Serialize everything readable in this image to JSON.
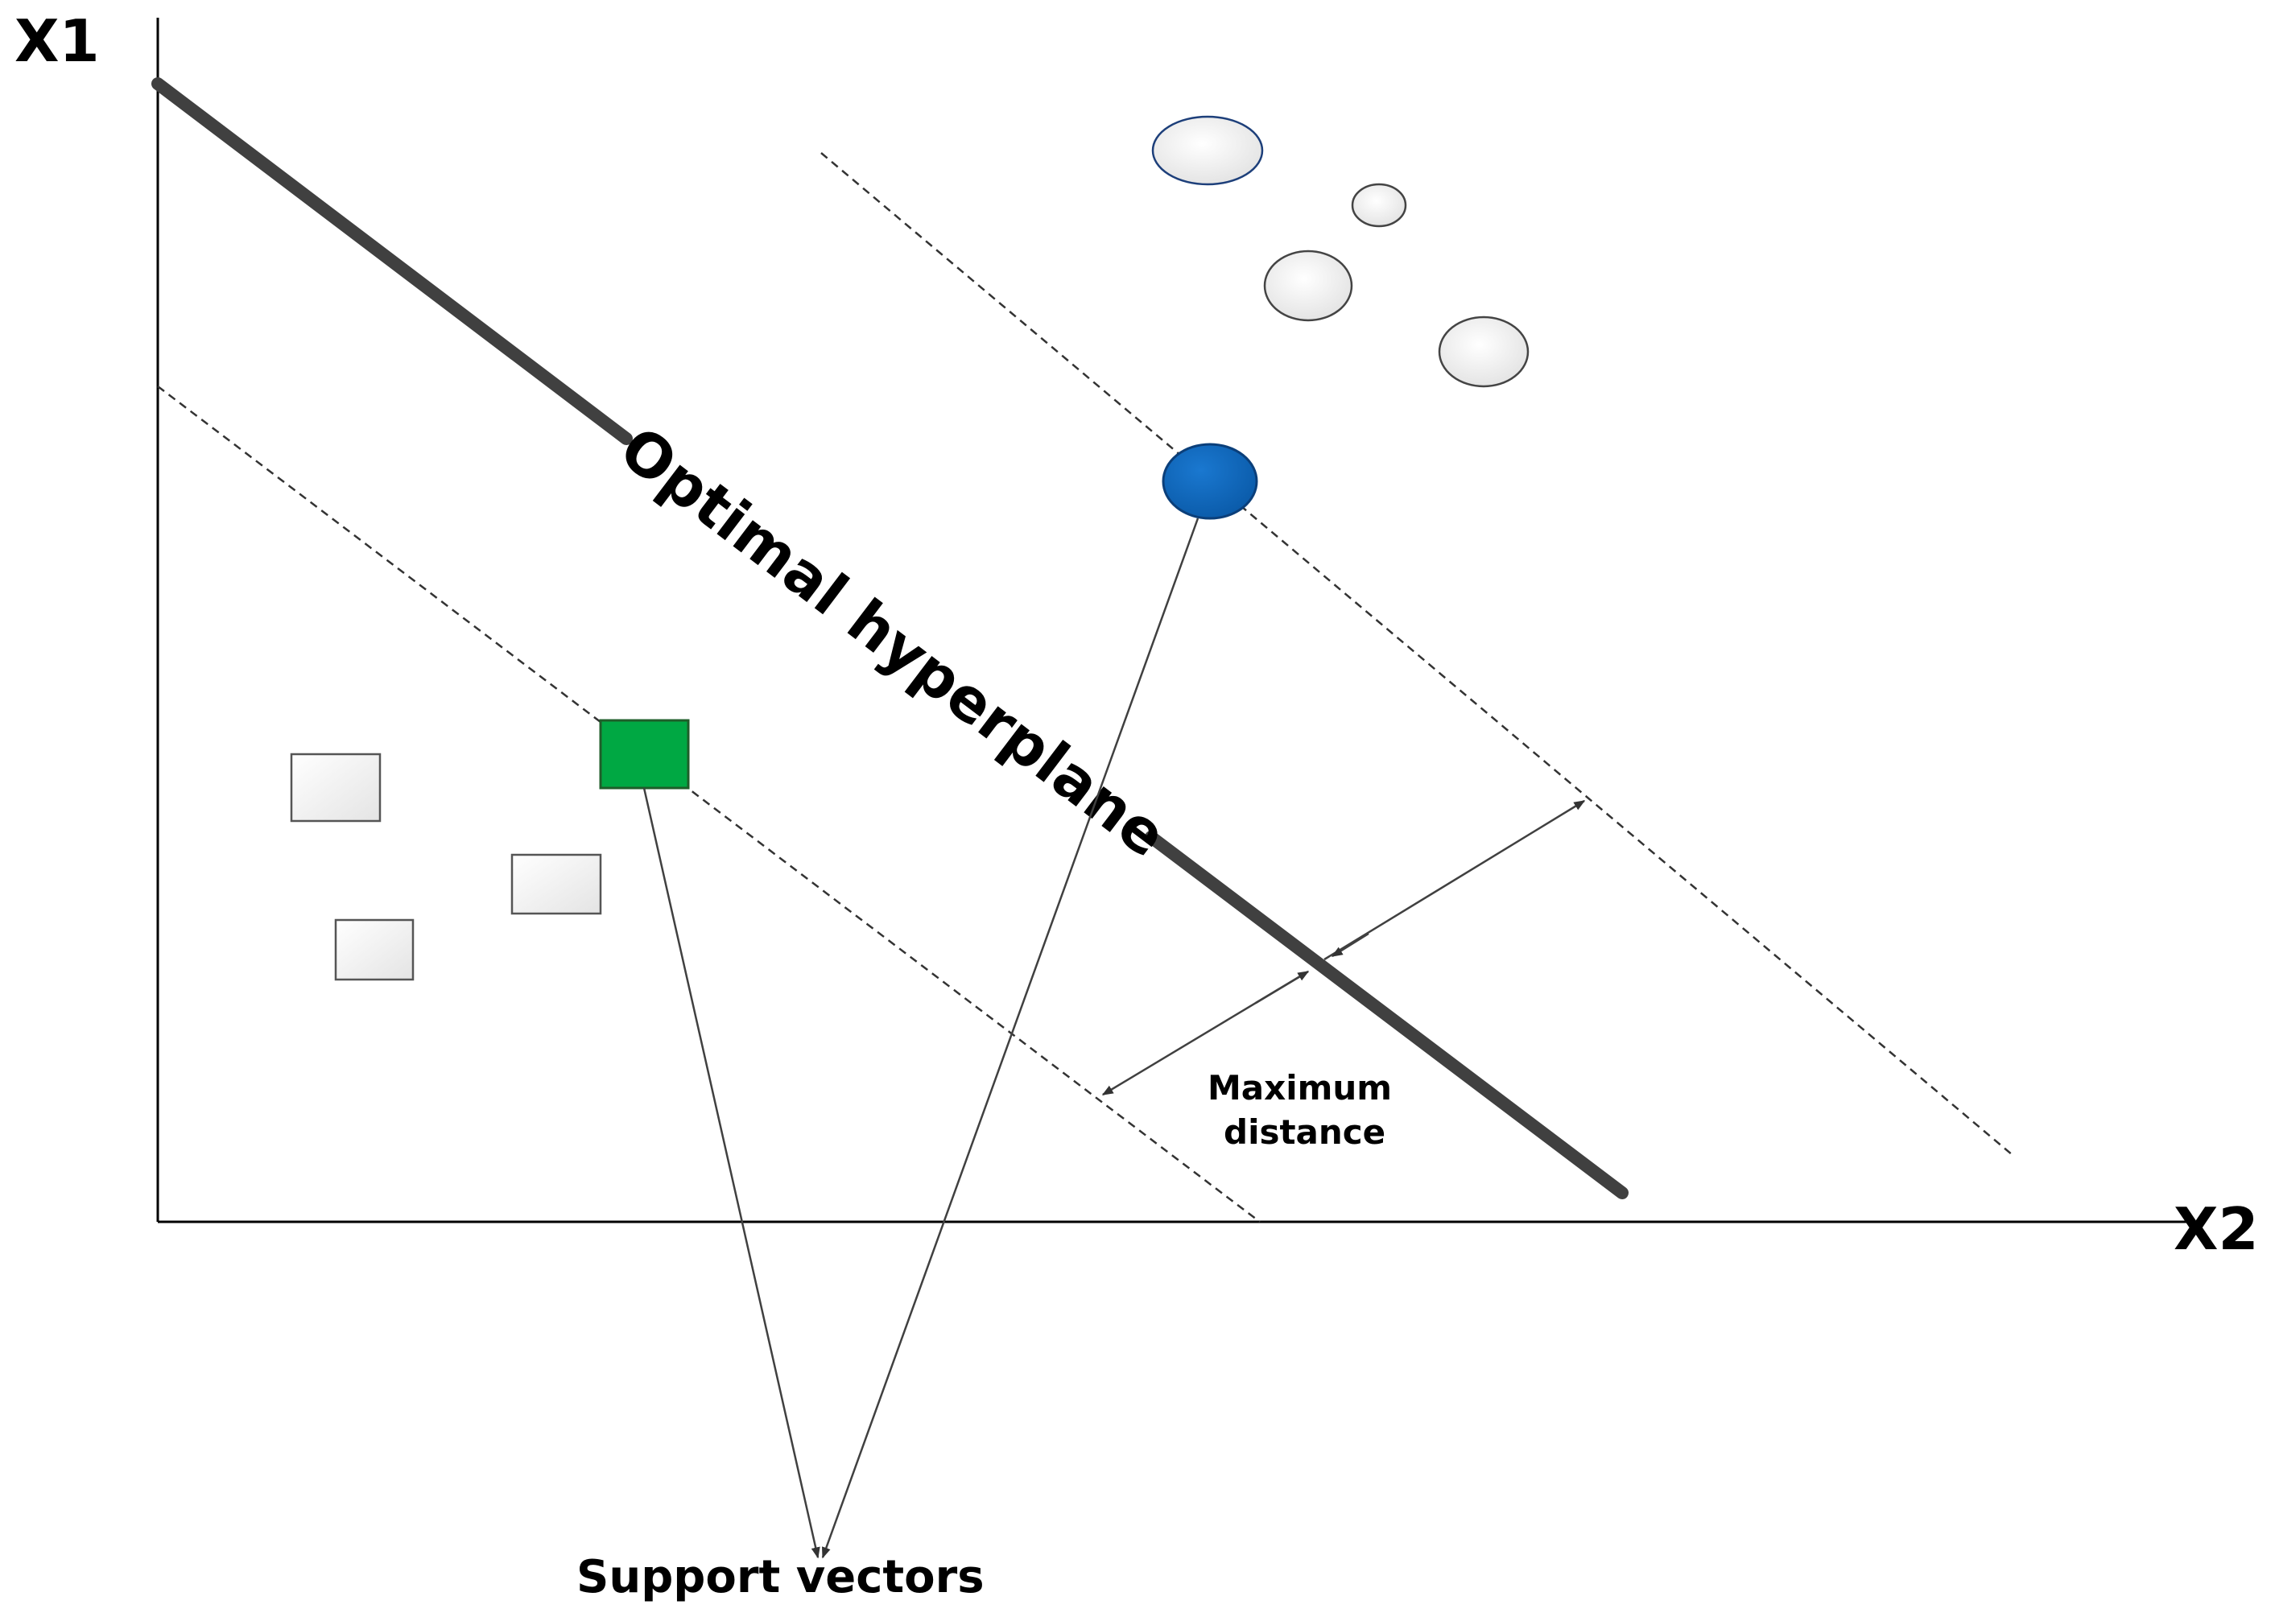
{
  "axes": {
    "vertical_label": "X1",
    "horizontal_label": "X2"
  },
  "labels": {
    "hyperplane": "Optimal hyperplane",
    "maximum_distance_line1": "Maximum",
    "maximum_distance_line2": "distance",
    "support_vectors": "Support vectors"
  },
  "colors": {
    "circle_support_vector": "#0b63b5",
    "square_support_vector": "#00a843",
    "light_point_fill": "#f4f4f4",
    "hyperplane": "#404040"
  },
  "classes": {
    "circles": {
      "count": 5,
      "support_vectors": 1
    },
    "squares": {
      "count": 4,
      "support_vectors": 1
    }
  }
}
